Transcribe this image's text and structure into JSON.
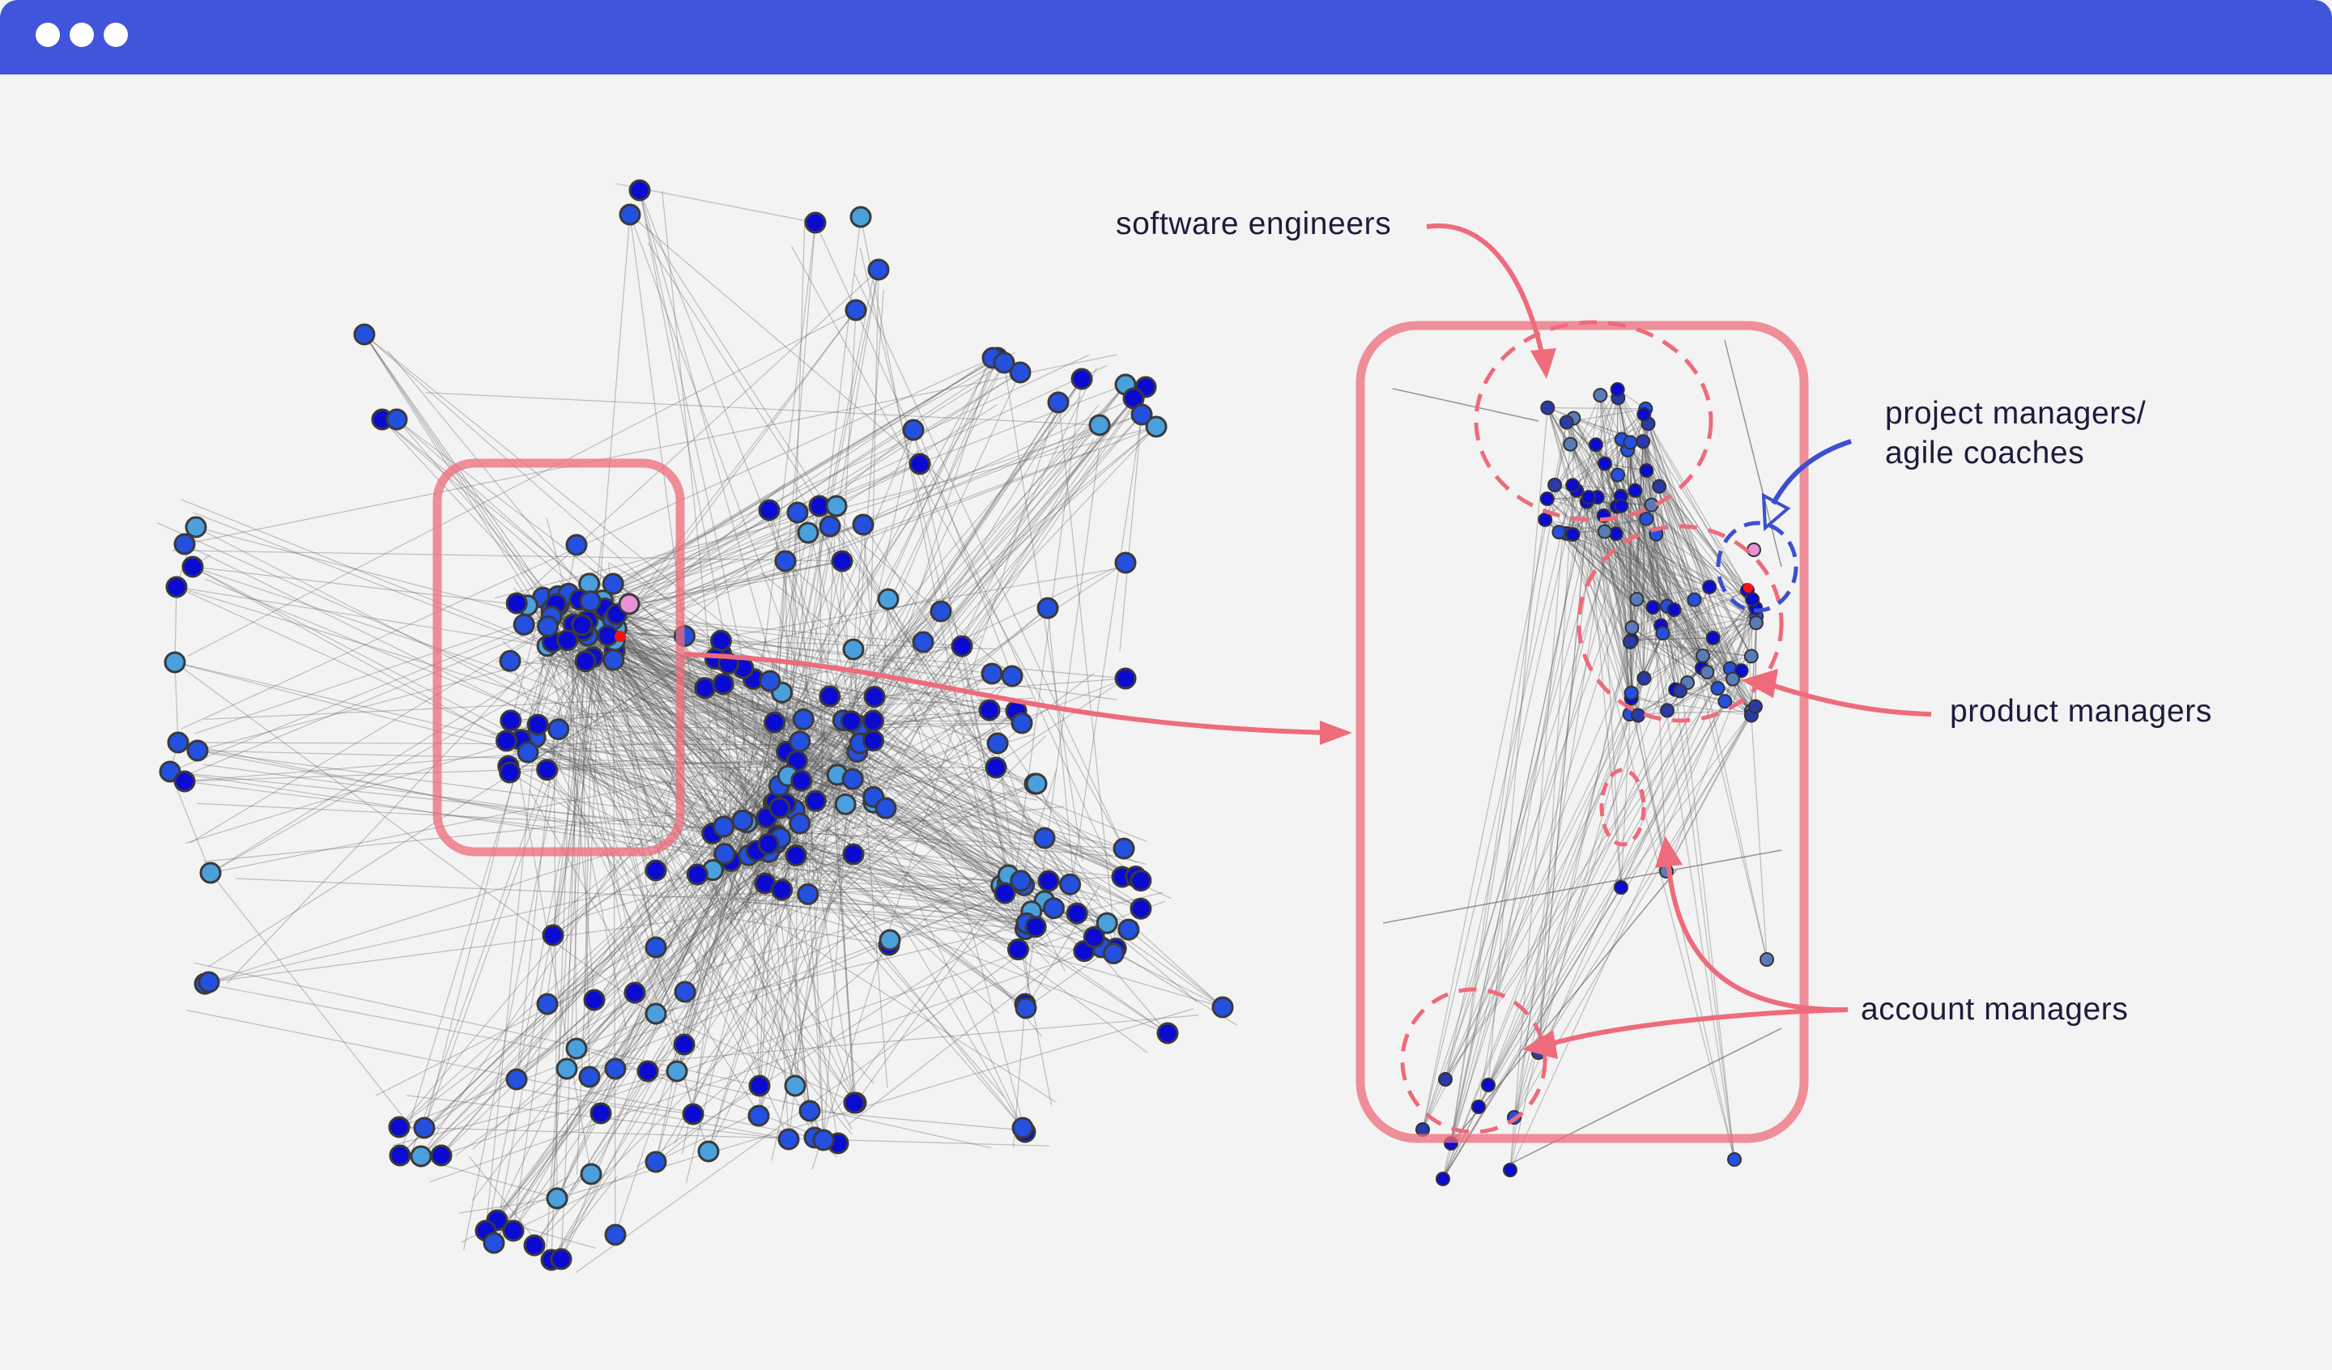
{
  "window": {
    "titlebar_color": "#4055db",
    "controls": [
      "dot",
      "dot",
      "dot"
    ]
  },
  "annotations": {
    "software_engineers": "software engineers",
    "project_managers_line1": "project managers/",
    "project_managers_line2": "agile coaches",
    "product_managers": "product managers",
    "account_managers": "account managers"
  },
  "colors": {
    "highlight": "#ee6b7b",
    "project_managers_marker": "#3d4fd0",
    "node_dark": "#0a0ad0",
    "node_mid": "#2450e0",
    "node_light": "#4aa0dc",
    "node_pink": "#e890d8",
    "node_red": "#ff1010",
    "edge": "#555555"
  }
}
